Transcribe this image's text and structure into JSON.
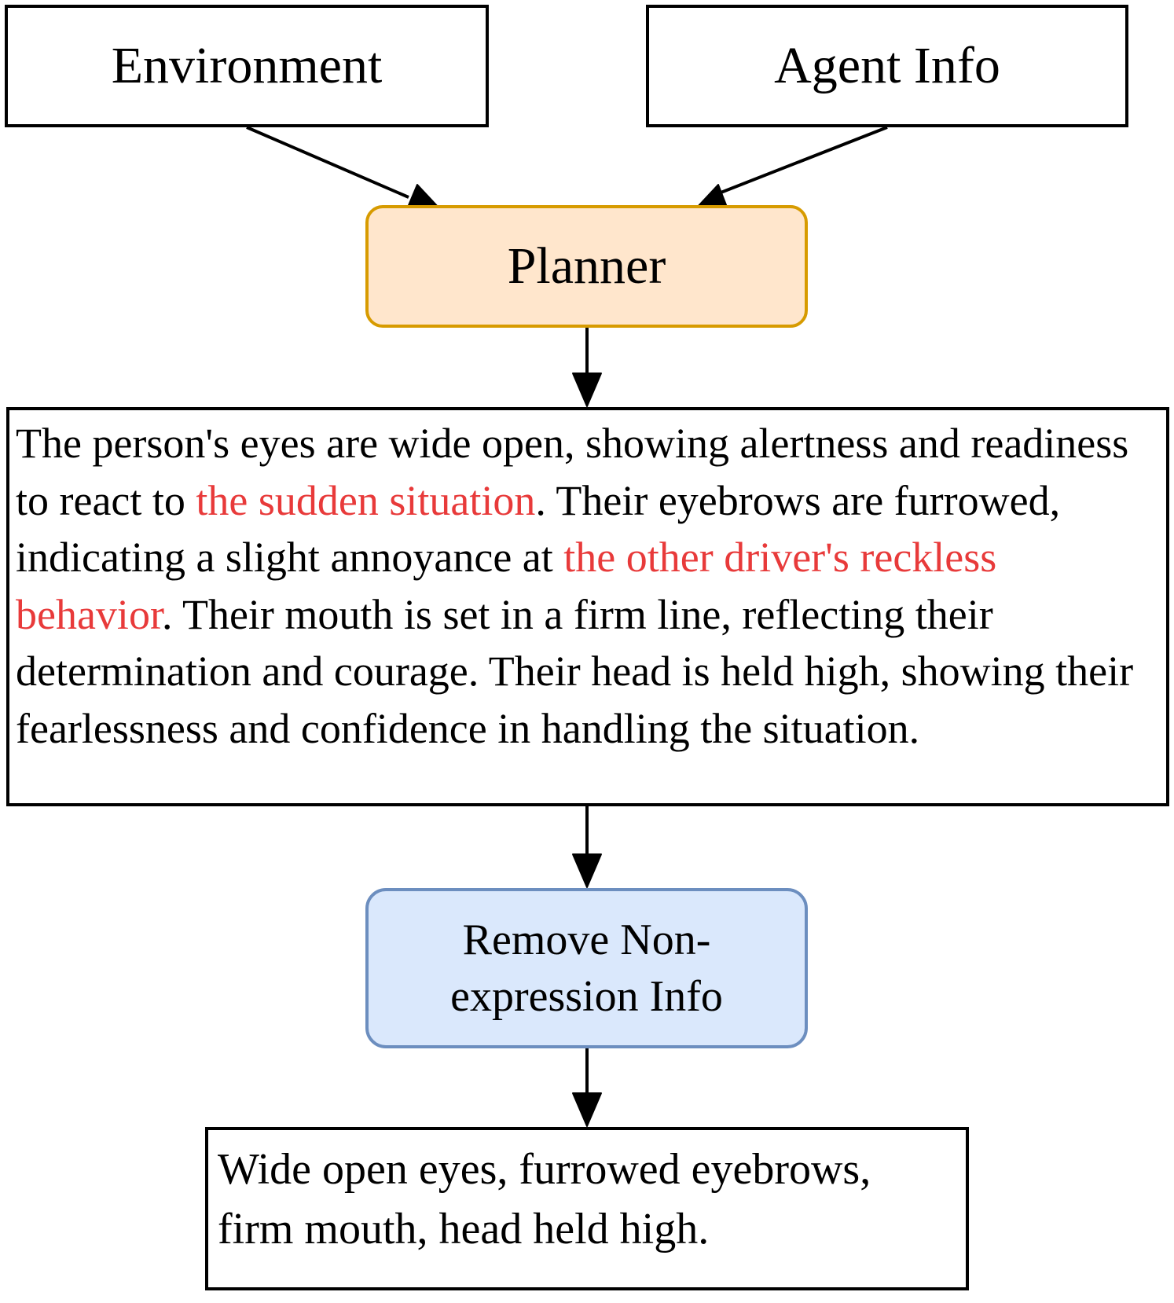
{
  "nodes": {
    "environment": "Environment",
    "agent_info": "Agent Info",
    "planner": "Planner",
    "remove_line1": "Remove Non-",
    "remove_line2": "expression Info"
  },
  "description": {
    "segments": [
      "The person's eyes are wide open, showing alertness and readiness to react to ",
      "the sudden situation",
      ". Their eyebrows are furrowed, indicating a slight annoyance at ",
      "the other driver's reckless behavior",
      ". Their mouth is set in a firm line, reflecting their determination and courage. Their head is held high, showing their fearlessness and confidence in handling the situation."
    ]
  },
  "result": {
    "line1": "Wide open eyes, furrowed eyebrows,",
    "line2": "firm mouth, head held high."
  },
  "colors": {
    "highlight": "#e83a3a",
    "planner_fill": "#ffe6cc",
    "planner_stroke": "#d79b00",
    "remove_fill": "#dae8fc",
    "remove_stroke": "#6c8ebf"
  }
}
